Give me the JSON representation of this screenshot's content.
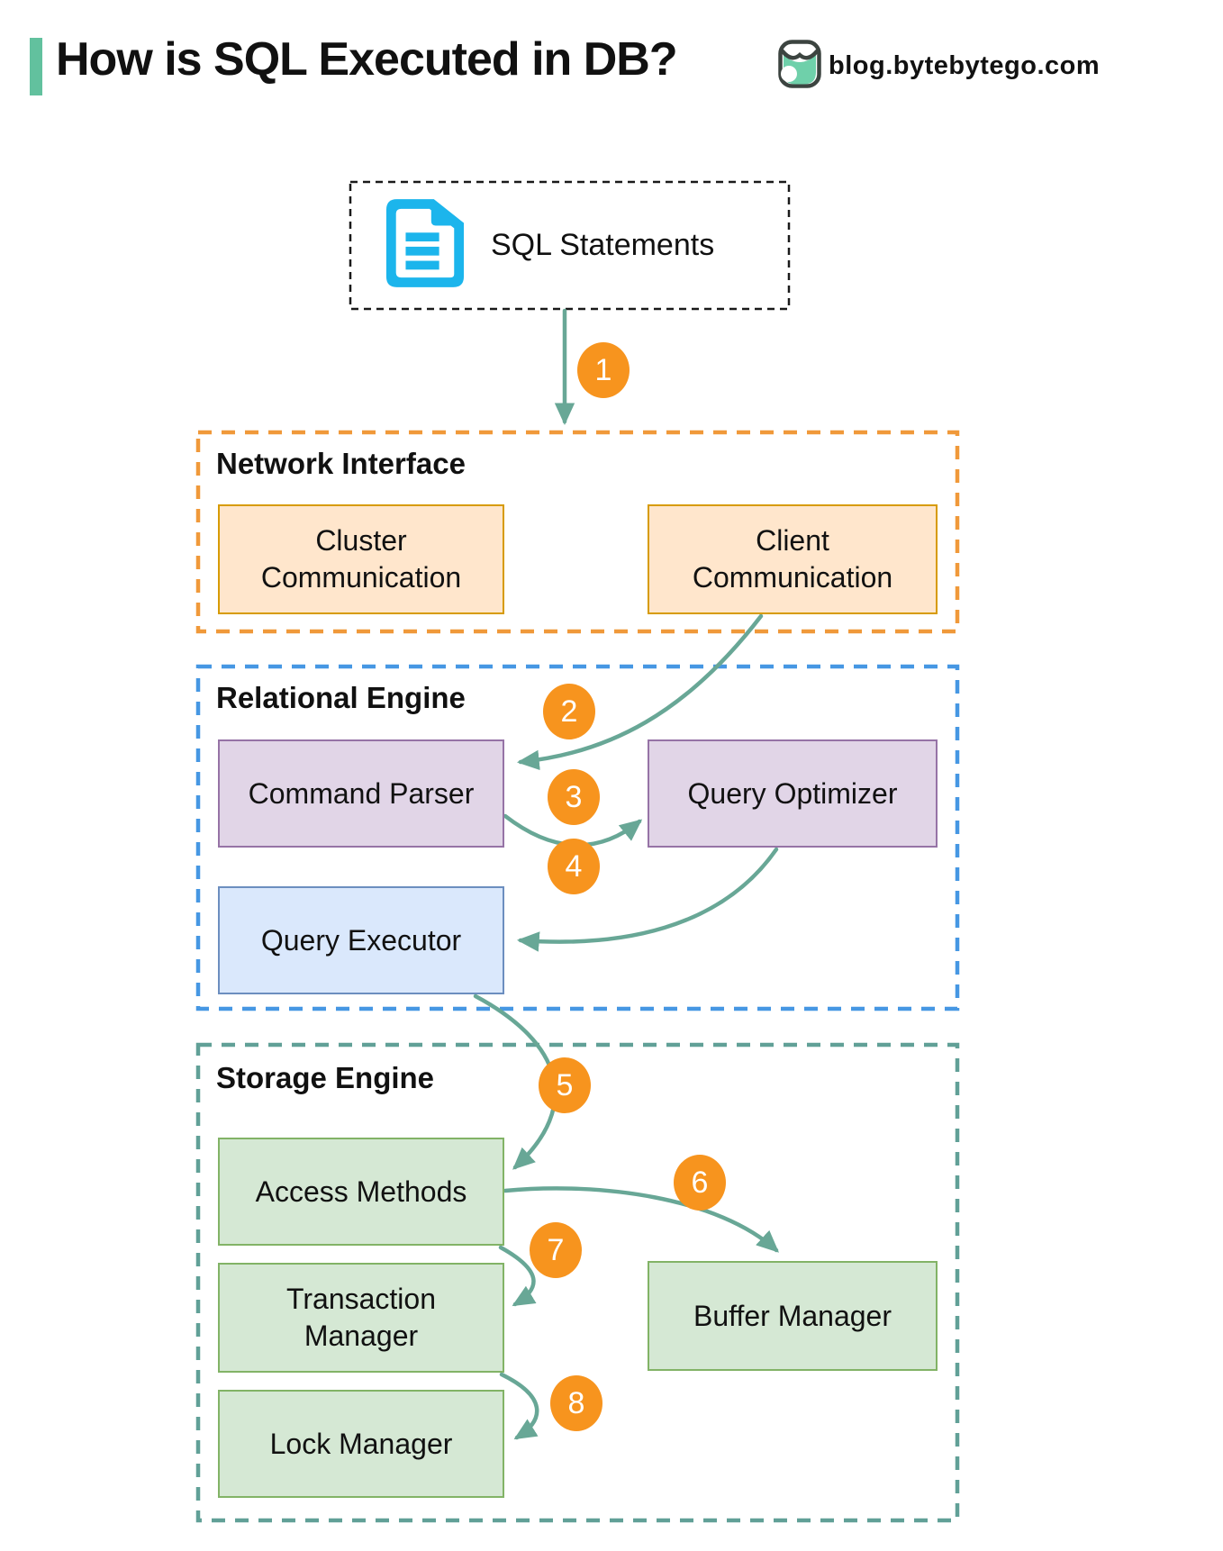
{
  "header": {
    "title": "How is SQL Executed in DB?",
    "site": "blog.bytebytego.com"
  },
  "source_box": {
    "label": "SQL Statements",
    "icon": "document-icon"
  },
  "sections": {
    "network_interface": {
      "label": "Network Interface",
      "boxes": {
        "cluster_communication": "Cluster Communication",
        "client_communication": "Client Communication"
      }
    },
    "relational_engine": {
      "label": "Relational Engine",
      "boxes": {
        "command_parser": "Command Parser",
        "query_optimizer": "Query Optimizer",
        "query_executor": "Query Executor"
      }
    },
    "storage_engine": {
      "label": "Storage Engine",
      "boxes": {
        "access_methods": "Access Methods",
        "transaction_manager": "Transaction Manager",
        "buffer_manager": "Buffer Manager",
        "lock_manager": "Lock Manager"
      }
    }
  },
  "steps": [
    {
      "num": "1",
      "from": "sql-statements",
      "to": "network-interface"
    },
    {
      "num": "2",
      "from": "client-communication",
      "to": "command-parser"
    },
    {
      "num": "3",
      "from": "command-parser",
      "to": "query-optimizer"
    },
    {
      "num": "4",
      "from": "query-optimizer",
      "to": "query-executor"
    },
    {
      "num": "5",
      "from": "query-executor",
      "to": "access-methods"
    },
    {
      "num": "6",
      "from": "access-methods",
      "to": "buffer-manager"
    },
    {
      "num": "7",
      "from": "access-methods",
      "to": "transaction-manager"
    },
    {
      "num": "8",
      "from": "transaction-manager",
      "to": "lock-manager"
    }
  ],
  "colors": {
    "accent_green": "#62C19E",
    "arrow_teal": "#68A796",
    "badge_orange": "#F7941E",
    "orange_fill": "#FFE6CC",
    "orange_border": "#D79B00",
    "purple_fill": "#E1D5E7",
    "purple_border": "#9673A6",
    "blue_fill": "#DAE8FC",
    "blue_border": "#6C8EBF",
    "green_fill": "#D5E8D4",
    "green_border": "#82B366",
    "network_interface_dash": "#F0993A",
    "relational_engine_dash": "#4697E3",
    "storage_engine_dash": "#61A097",
    "document_icon_cyan": "#1CB5EC",
    "logo_teal": "#6FD0AA"
  }
}
